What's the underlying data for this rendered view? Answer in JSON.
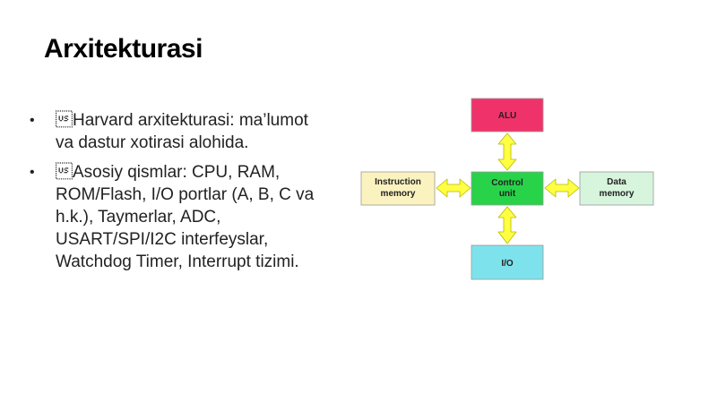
{
  "slide": {
    "title": "Arxitekturasi",
    "bullets": [
      {
        "marker": "•",
        "text": "\u001fHarvard arxitekturasi: ma’lumot va dastur xotirasi alohida."
      },
      {
        "marker": "•",
        "text": "\u001fAsosiy qismlar: CPU, RAM, ROM/Flash, I/O portlar (A, B, C va h.k.), Taymerlar, ADC, USART/SPI/I2C interfeyslar, Watchdog Timer, Interrupt tizimi."
      }
    ]
  },
  "diagram": {
    "blocks": {
      "alu": {
        "label": "ALU",
        "color": "#f0326a"
      },
      "control": {
        "line1": "Control",
        "line2": "unit",
        "color": "#28d34a"
      },
      "instruction": {
        "line1": "Instruction",
        "line2": "memory",
        "color": "#fbf3bf"
      },
      "data": {
        "line1": "Data",
        "line2": "memory",
        "color": "#d6f5dc"
      },
      "io": {
        "label": "I/O",
        "color": "#7ee2ec"
      }
    },
    "arrow_color": "#ffff44",
    "arrow_stroke": "#b8b800"
  }
}
